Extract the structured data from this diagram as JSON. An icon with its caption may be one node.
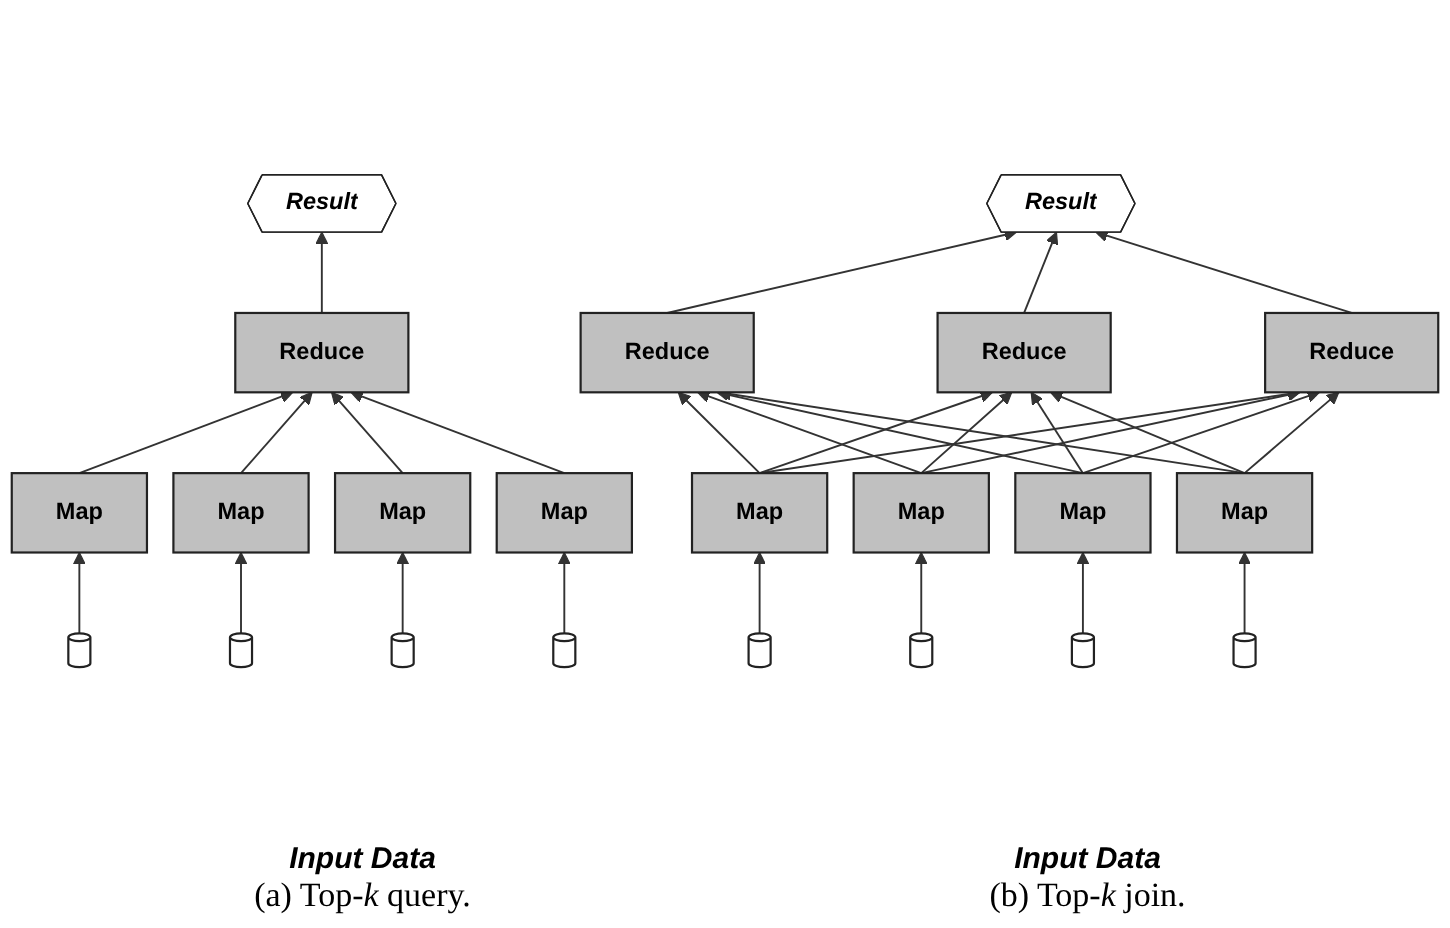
{
  "diagram": {
    "nodes": [
      {
        "text": [
          "Result"
        ]
      },
      {
        "text": [
          "Reduce"
        ]
      },
      {
        "text": [
          "Map"
        ]
      },
      {
        "text": [
          "Map"
        ]
      },
      {
        "text": [
          "Map"
        ]
      },
      {
        "text": [
          "Map"
        ]
      },
      {
        "text": [],
        "shape": "cylinder"
      },
      {
        "text": [],
        "shape": "cylinder"
      },
      {
        "text": [],
        "shape": "cylinder"
      },
      {
        "text": [],
        "shape": "cylinder"
      },
      {
        "text": [
          "Result"
        ]
      },
      {
        "text": [
          "Reduce"
        ]
      },
      {
        "text": [
          "Reduce"
        ]
      },
      {
        "text": [
          "Reduce"
        ]
      },
      {
        "text": [
          "Map"
        ]
      },
      {
        "text": [
          "Map"
        ]
      },
      {
        "text": [
          "Map"
        ]
      },
      {
        "text": [
          "Map"
        ]
      },
      {
        "text": [],
        "shape": "cylinder"
      },
      {
        "text": [],
        "shape": "cylinder"
      },
      {
        "text": [],
        "shape": "cylinder"
      },
      {
        "text": [],
        "shape": "cylinder"
      }
    ],
    "edges": [
      {
        "from": 6,
        "to": 2,
        "arrow": "to"
      },
      {
        "from": 7,
        "to": 3,
        "arrow": "to"
      },
      {
        "from": 8,
        "to": 4,
        "arrow": "to"
      },
      {
        "from": 9,
        "to": 5,
        "arrow": "to"
      },
      {
        "from": 2,
        "to": 1,
        "arrow": "to"
      },
      {
        "from": 3,
        "to": 1,
        "arrow": "to"
      },
      {
        "from": 4,
        "to": 1,
        "arrow": "to"
      },
      {
        "from": 5,
        "to": 1,
        "arrow": "to"
      },
      {
        "from": 1,
        "to": 0,
        "arrow": "to"
      },
      {
        "from": 18,
        "to": 14,
        "arrow": "to"
      },
      {
        "from": 19,
        "to": 15,
        "arrow": "to"
      },
      {
        "from": 20,
        "to": 16,
        "arrow": "to"
      },
      {
        "from": 21,
        "to": 17,
        "arrow": "to"
      },
      {
        "from": 14,
        "to": 11,
        "arrow": "to"
      },
      {
        "from": 14,
        "to": 12,
        "arrow": "to"
      },
      {
        "from": 14,
        "to": 13,
        "arrow": "to"
      },
      {
        "from": 15,
        "to": 11,
        "arrow": "to"
      },
      {
        "from": 15,
        "to": 12,
        "arrow": "to"
      },
      {
        "from": 15,
        "to": 13,
        "arrow": "to"
      },
      {
        "from": 16,
        "to": 11,
        "arrow": "to"
      },
      {
        "from": 16,
        "to": 12,
        "arrow": "to"
      },
      {
        "from": 16,
        "to": 13,
        "arrow": "to"
      },
      {
        "from": 17,
        "to": 11,
        "arrow": "to"
      },
      {
        "from": 17,
        "to": 12,
        "arrow": "to"
      },
      {
        "from": 17,
        "to": 13,
        "arrow": "to"
      },
      {
        "from": 11,
        "to": 10,
        "arrow": "to"
      },
      {
        "from": 12,
        "to": 10,
        "arrow": "to"
      },
      {
        "from": 13,
        "to": 10,
        "arrow": "to"
      }
    ],
    "labels": [
      "Input Data",
      "Input Data",
      "(a) Top-*k* query.",
      "(b) Top-*k* join."
    ]
  }
}
